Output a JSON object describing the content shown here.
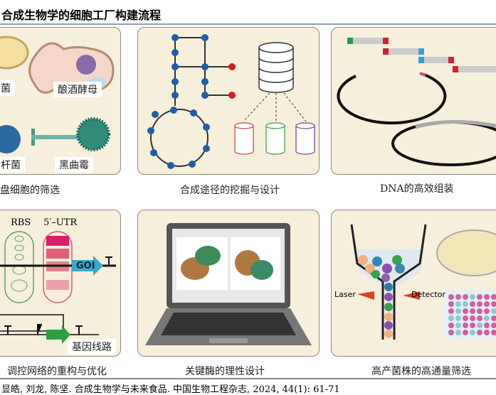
{
  "title": "合成生物学的细胞工厂构建流程",
  "panels": {
    "chassis": {
      "caption": "盘细胞的筛选",
      "labels": {
        "ecoli_top": "菌",
        "yeast": "酿酒酵母",
        "bacillus": "杆菌",
        "aspergillus": "黑曲霉"
      }
    },
    "pathway": {
      "caption": "合成途径的挖掘与设计"
    },
    "dna": {
      "caption": "DNA的高效组装"
    },
    "network": {
      "caption": "调控网络的重构与优化",
      "labels": {
        "rbs": "RBS",
        "utr": "5′–UTR",
        "goi": "GOI",
        "circuit": "基因线路"
      }
    },
    "enzyme": {
      "caption": "关键酶的理性设计"
    },
    "screening": {
      "caption": "高产菌株的高通量筛选",
      "labels": {
        "laser": "Laser",
        "detector": "Detector"
      }
    }
  },
  "citation": "显皓, 刘龙, 陈坚. 合成生物学与未来食品. 中国生物工程杂志, 2024, 44(1): 61-71"
}
